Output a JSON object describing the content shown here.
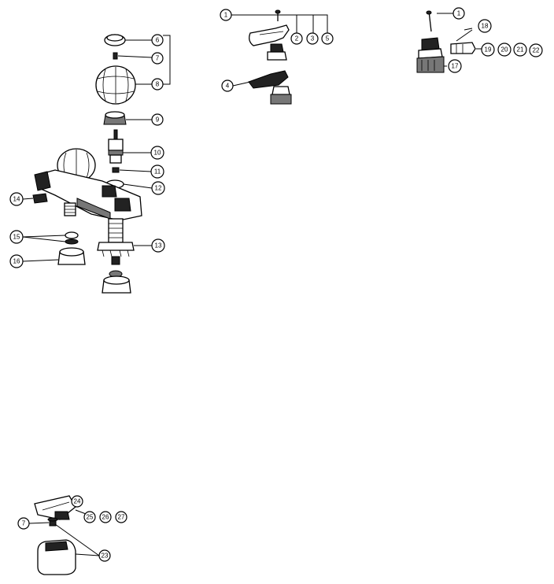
{
  "callouts": [
    {
      "id": "c1a",
      "label": "1"
    },
    {
      "id": "c2",
      "label": "2"
    },
    {
      "id": "c3",
      "label": "3"
    },
    {
      "id": "c5",
      "label": "5"
    },
    {
      "id": "c4",
      "label": "4"
    },
    {
      "id": "c1b",
      "label": "1"
    },
    {
      "id": "c18",
      "label": "18"
    },
    {
      "id": "c19",
      "label": "19"
    },
    {
      "id": "c20",
      "label": "20"
    },
    {
      "id": "c21",
      "label": "21"
    },
    {
      "id": "c22",
      "label": "22"
    },
    {
      "id": "c17",
      "label": "17"
    },
    {
      "id": "c6",
      "label": "6"
    },
    {
      "id": "c7a",
      "label": "7"
    },
    {
      "id": "c8",
      "label": "8"
    },
    {
      "id": "c9",
      "label": "9"
    },
    {
      "id": "c10",
      "label": "10"
    },
    {
      "id": "c11",
      "label": "11"
    },
    {
      "id": "c12",
      "label": "12"
    },
    {
      "id": "c14",
      "label": "14"
    },
    {
      "id": "c15",
      "label": "15"
    },
    {
      "id": "c16",
      "label": "16"
    },
    {
      "id": "c13",
      "label": "13"
    },
    {
      "id": "c24",
      "label": "24"
    },
    {
      "id": "c25",
      "label": "25"
    },
    {
      "id": "c26",
      "label": "26"
    },
    {
      "id": "c27",
      "label": "27"
    },
    {
      "id": "c7b",
      "label": "7"
    },
    {
      "id": "c23",
      "label": "23"
    }
  ]
}
